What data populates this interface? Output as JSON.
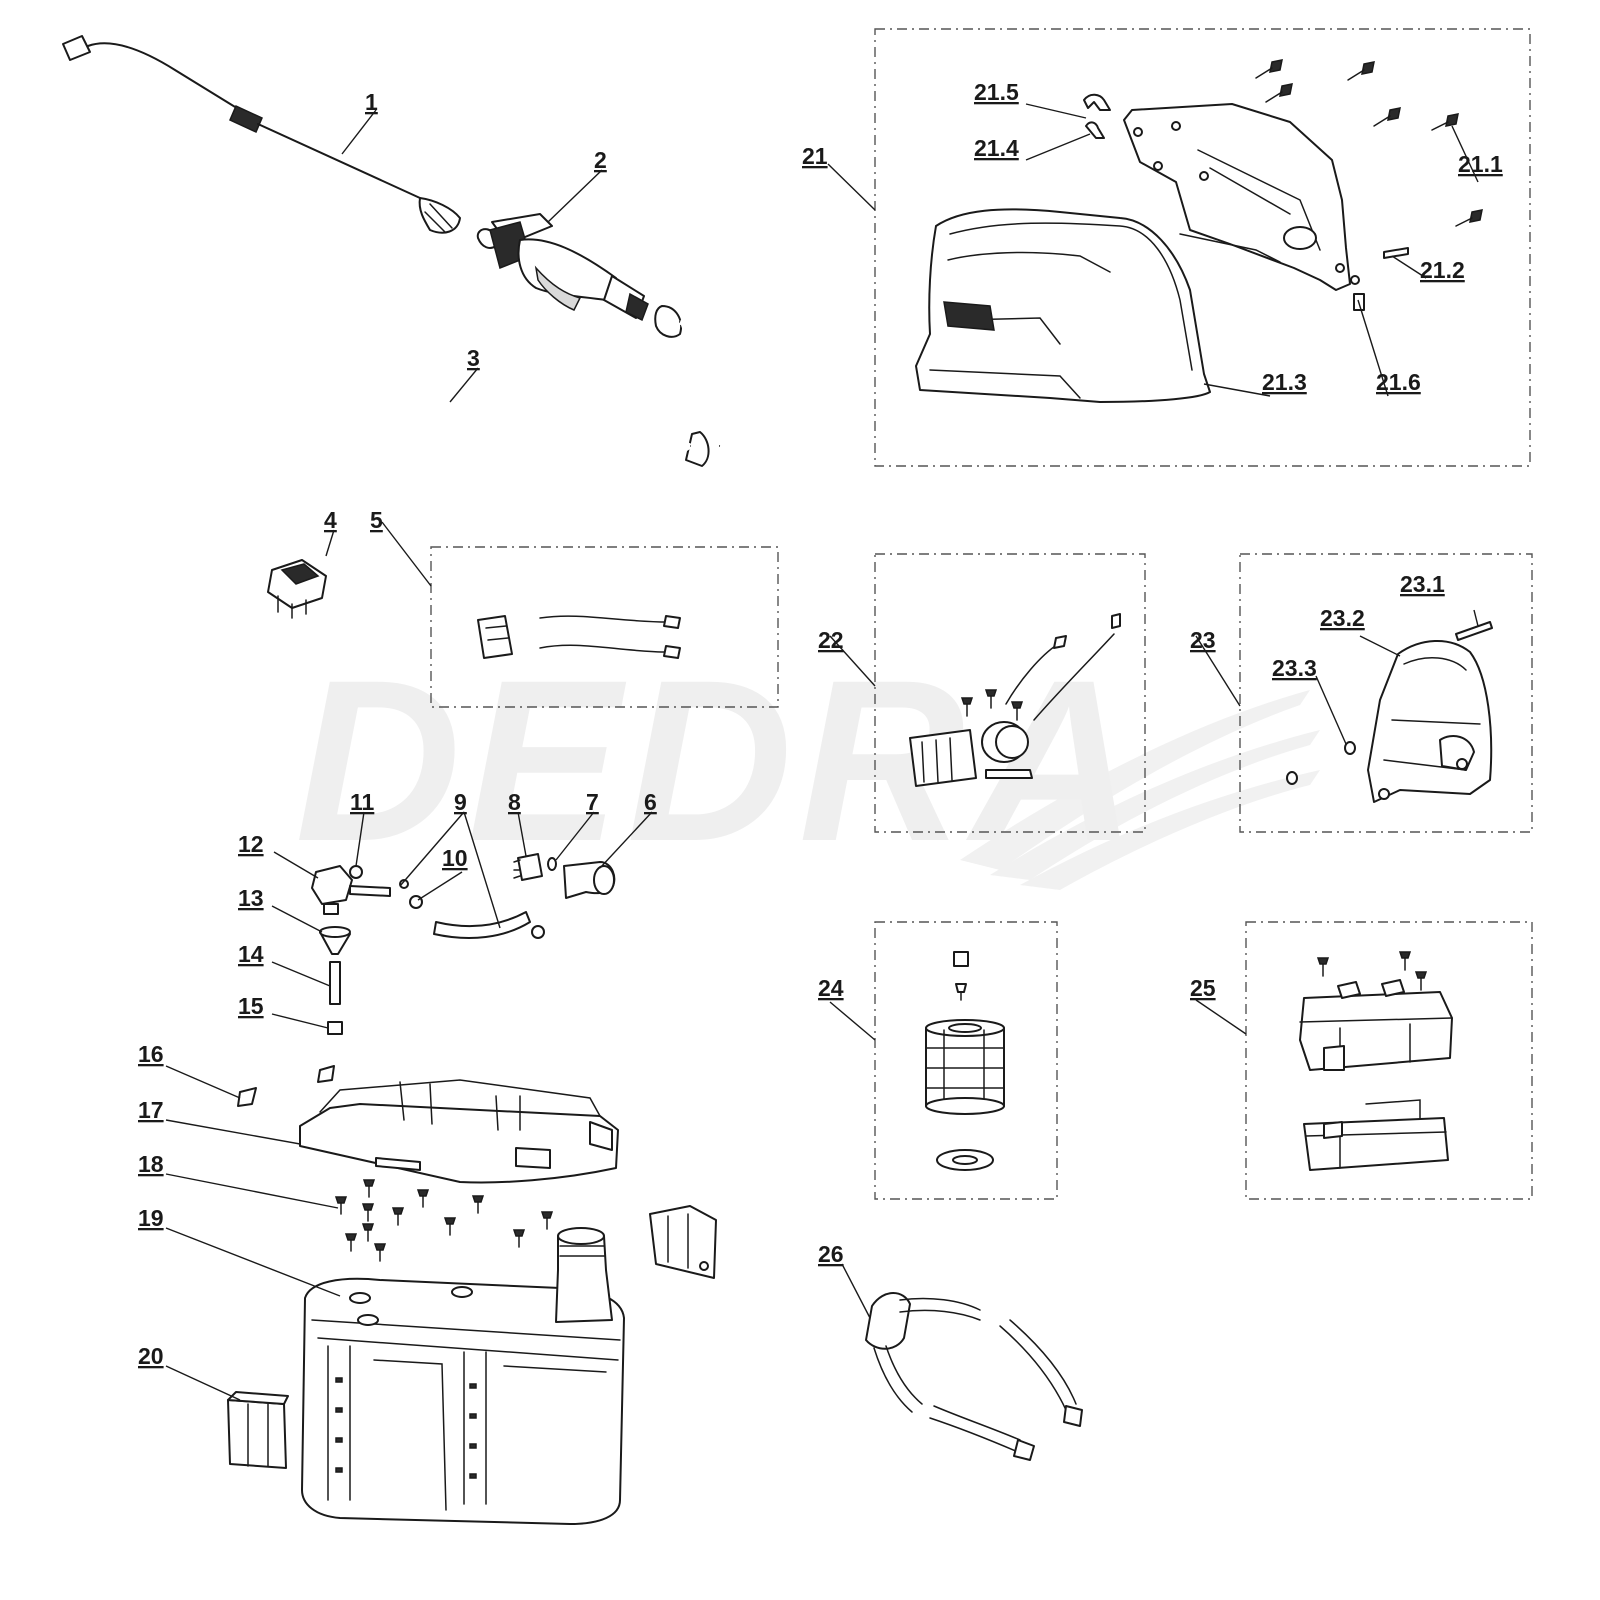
{
  "watermark": "DEDRA",
  "labels": {
    "l1": "1",
    "l2": "2",
    "l3": "3",
    "l4": "4",
    "l5": "5",
    "l6": "6",
    "l7": "7",
    "l8": "8",
    "l9": "9",
    "l10": "10",
    "l11": "11",
    "l12": "12",
    "l13": "13",
    "l14": "14",
    "l15": "15",
    "l16": "16",
    "l17": "17",
    "l18": "18",
    "l19": "19",
    "l20": "20",
    "l21": "21",
    "l21_1": "21.1",
    "l21_2": "21.2",
    "l21_3": "21.3",
    "l21_4": "21.4",
    "l21_5": "21.5",
    "l21_6": "21.6",
    "l22": "22",
    "l23": "23",
    "l23_1": "23.1",
    "l23_2": "23.2",
    "l23_3": "23.3",
    "l24": "24",
    "l25": "25",
    "l26": "26"
  }
}
